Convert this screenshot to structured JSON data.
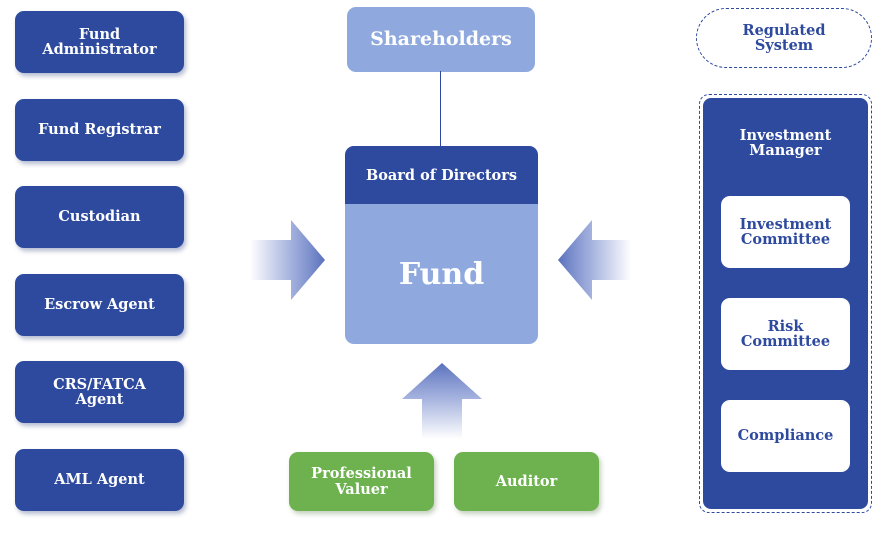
{
  "left_boxes": [
    {
      "label_line1": "Fund",
      "label_line2": "Administrator"
    },
    {
      "label_line1": "Fund Registrar",
      "label_line2": ""
    },
    {
      "label_line1": "Custodian",
      "label_line2": ""
    },
    {
      "label_line1": "Escrow Agent",
      "label_line2": ""
    },
    {
      "label_line1": "CRS/FATCA",
      "label_line2": "Agent"
    },
    {
      "label_line1": "AML Agent",
      "label_line2": ""
    }
  ],
  "shareholders": "Shareholders",
  "board": "Board of Directors",
  "fund": "Fund",
  "bottom_boxes": [
    {
      "label_line1": "Professional",
      "label_line2": "Valuer"
    },
    {
      "label_line1": "Auditor",
      "label_line2": ""
    }
  ],
  "regulated": {
    "line1": "Regulated",
    "line2": "System"
  },
  "investment_manager": {
    "title_line1": "Investment",
    "title_line2": "Manager",
    "cards": [
      {
        "line1": "Investment",
        "line2": "Committee"
      },
      {
        "line1": "Risk",
        "line2": "Committee"
      },
      {
        "line1": "Compliance",
        "line2": ""
      }
    ]
  },
  "colors": {
    "navy": "#2e4a9e",
    "light_blue": "#8fa9de",
    "green": "#6db24f"
  }
}
